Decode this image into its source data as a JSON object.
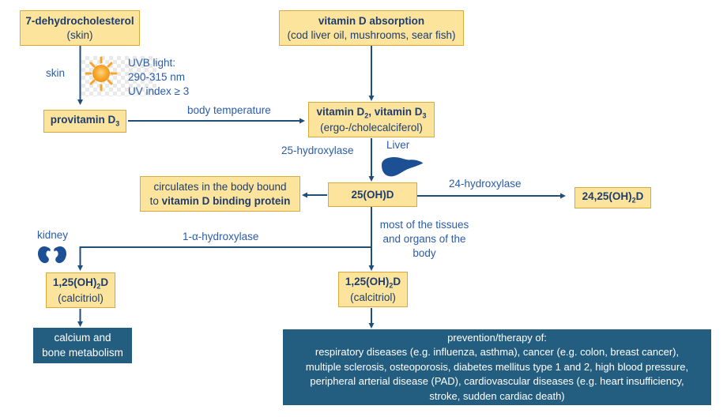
{
  "colors": {
    "node_fill": "#fce49c",
    "node_border": "#d9a93a",
    "node_text": "#1f3d6e",
    "outcome_fill": "#235e80",
    "outcome_text": "#ffffff",
    "label_text": "#2a5ca8",
    "arrow": "#1f4e79",
    "sun_orange": "#f6a92c",
    "organ_blue": "#1d4f94"
  },
  "boxes": {
    "dehydro": {
      "title": "7-dehydrocholesterol",
      "subtitle": "(skin)"
    },
    "absorption": {
      "title": "vitamin D absorption",
      "subtitle": "(cod liver oil, mushrooms, sear fish)"
    },
    "provitamin": {
      "pre": "provitamin D",
      "sub": "3"
    },
    "vitd23": {
      "p1": "vitamin D",
      "s1": "2",
      "p2": ", vitamin D",
      "s2": "3",
      "subtitle": "(ergo-/cholecalciferol)"
    },
    "oh25": {
      "label": "25(OH)D"
    },
    "circulates": {
      "line1": "circulates in the body bound",
      "line2_pre": "to ",
      "line2_bold": "vitamin D binding protein"
    },
    "oh2425": {
      "pre": "24,25(OH)",
      "sub": "2",
      "post": "D"
    },
    "calcitriol_kidney": {
      "pre": "1,25(OH)",
      "sub": "2",
      "post": "D",
      "subtitle": "(calcitriol)"
    },
    "calcitriol_tissue": {
      "pre": "1,25(OH)",
      "sub": "2",
      "post": "D",
      "subtitle": "(calcitriol)"
    },
    "calcium": {
      "line1": "calcium and",
      "line2": "bone metabolism"
    },
    "prevention": {
      "lines": [
        "prevention/therapy of:",
        "respiratory diseases (e.g. influenza, asthma), cancer (e.g. colon, breast cancer),",
        "multiple sclerosis, osteoporosis, diabetes mellitus type 1 and 2, high blood pressure,",
        "peripheral arterial disease (PAD), cardiovascular diseases (e.g. heart insufficiency,",
        "stroke, sudden cardiac death)"
      ]
    }
  },
  "labels": {
    "skin": "skin",
    "uvb": {
      "line1": "UVB light:",
      "line2": "290-315 nm",
      "line3": "UV index ≥ 3"
    },
    "body_temperature": "body temperature",
    "hydroxylase25": "25-hydroxylase",
    "liver": "Liver",
    "hydroxylase24": "24-hydroxylase",
    "kidney": "kidney",
    "alpha_hydroxylase": "1-α-hydroxylase",
    "tissues": {
      "line1": "most of the tissues",
      "line2": "and organs of the",
      "line3": "body"
    }
  },
  "icons": {
    "sun": "sun-icon",
    "liver": "liver-icon",
    "kidneys": "kidneys-icon"
  }
}
